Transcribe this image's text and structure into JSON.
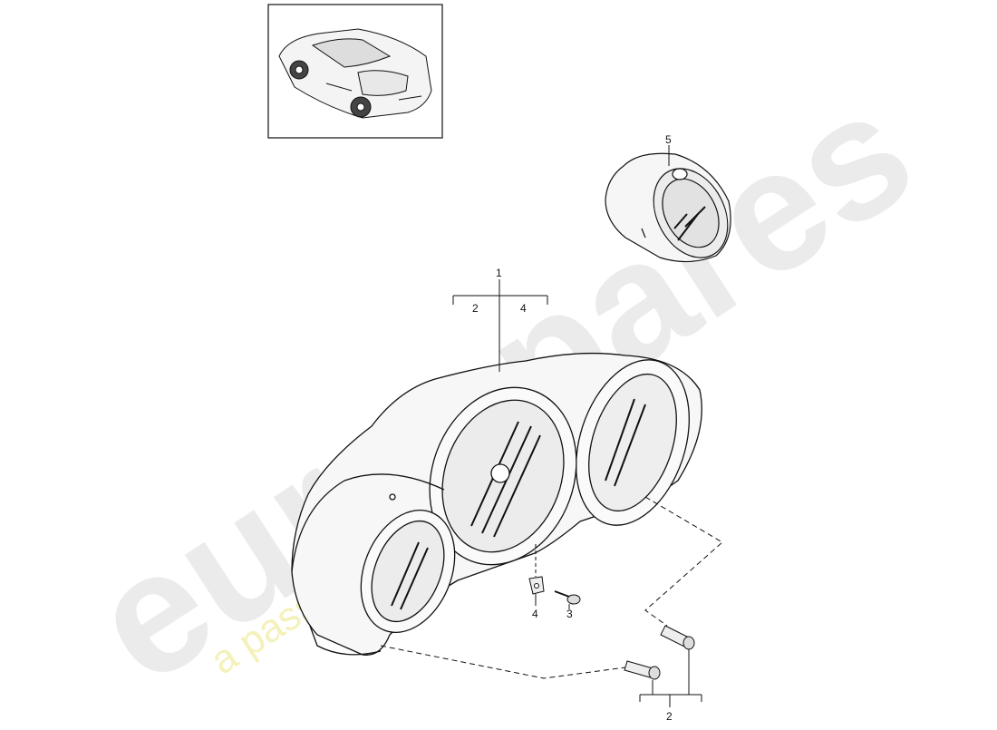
{
  "callouts": {
    "assembly": "1",
    "bracket_left": "2",
    "bracket_right": "4",
    "screw": "3",
    "clip": "4",
    "bulbs": "2",
    "clock": "5"
  },
  "watermark": {
    "brand": "eurospares",
    "tagline": "a passion for parts since 1985"
  },
  "colors": {
    "line": "#111111",
    "watermark_brand": "#e9e9e9",
    "watermark_tagline": "#f3f0b4"
  }
}
